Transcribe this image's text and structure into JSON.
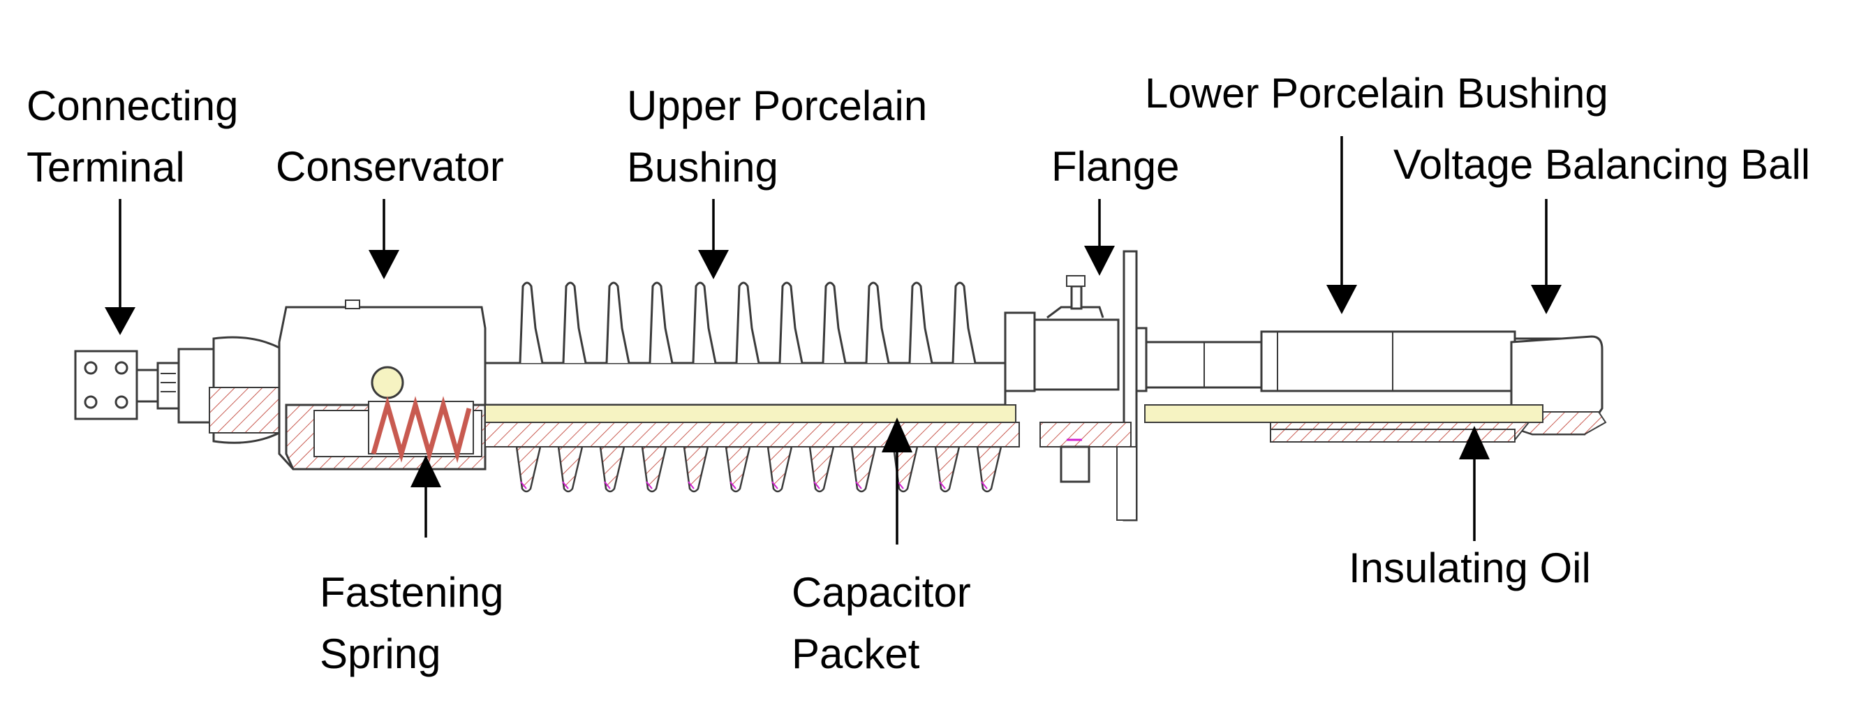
{
  "diagram": {
    "labels": {
      "connecting_terminal": [
        "Connecting",
        "Terminal"
      ],
      "conservator": "Conservator",
      "upper_porcelain_bushing": [
        "Upper Porcelain",
        "Bushing"
      ],
      "flange": "Flange",
      "lower_porcelain_bushing": "Lower Porcelain Bushing",
      "voltage_balancing_ball": "Voltage Balancing Ball",
      "fastening_spring": [
        "Fastening",
        "Spring"
      ],
      "capacitor_packet": [
        "Capacitor",
        "Packet"
      ],
      "insulating_oil": "Insulating Oil"
    },
    "colors": {
      "outline": "#3a3a3a",
      "arrow": "#000000",
      "hatch": "#c85a50",
      "oil_fill": "#f6f3c2",
      "bar_fill": "#f0eaa0",
      "magenta_detail": "#d020d0"
    }
  }
}
